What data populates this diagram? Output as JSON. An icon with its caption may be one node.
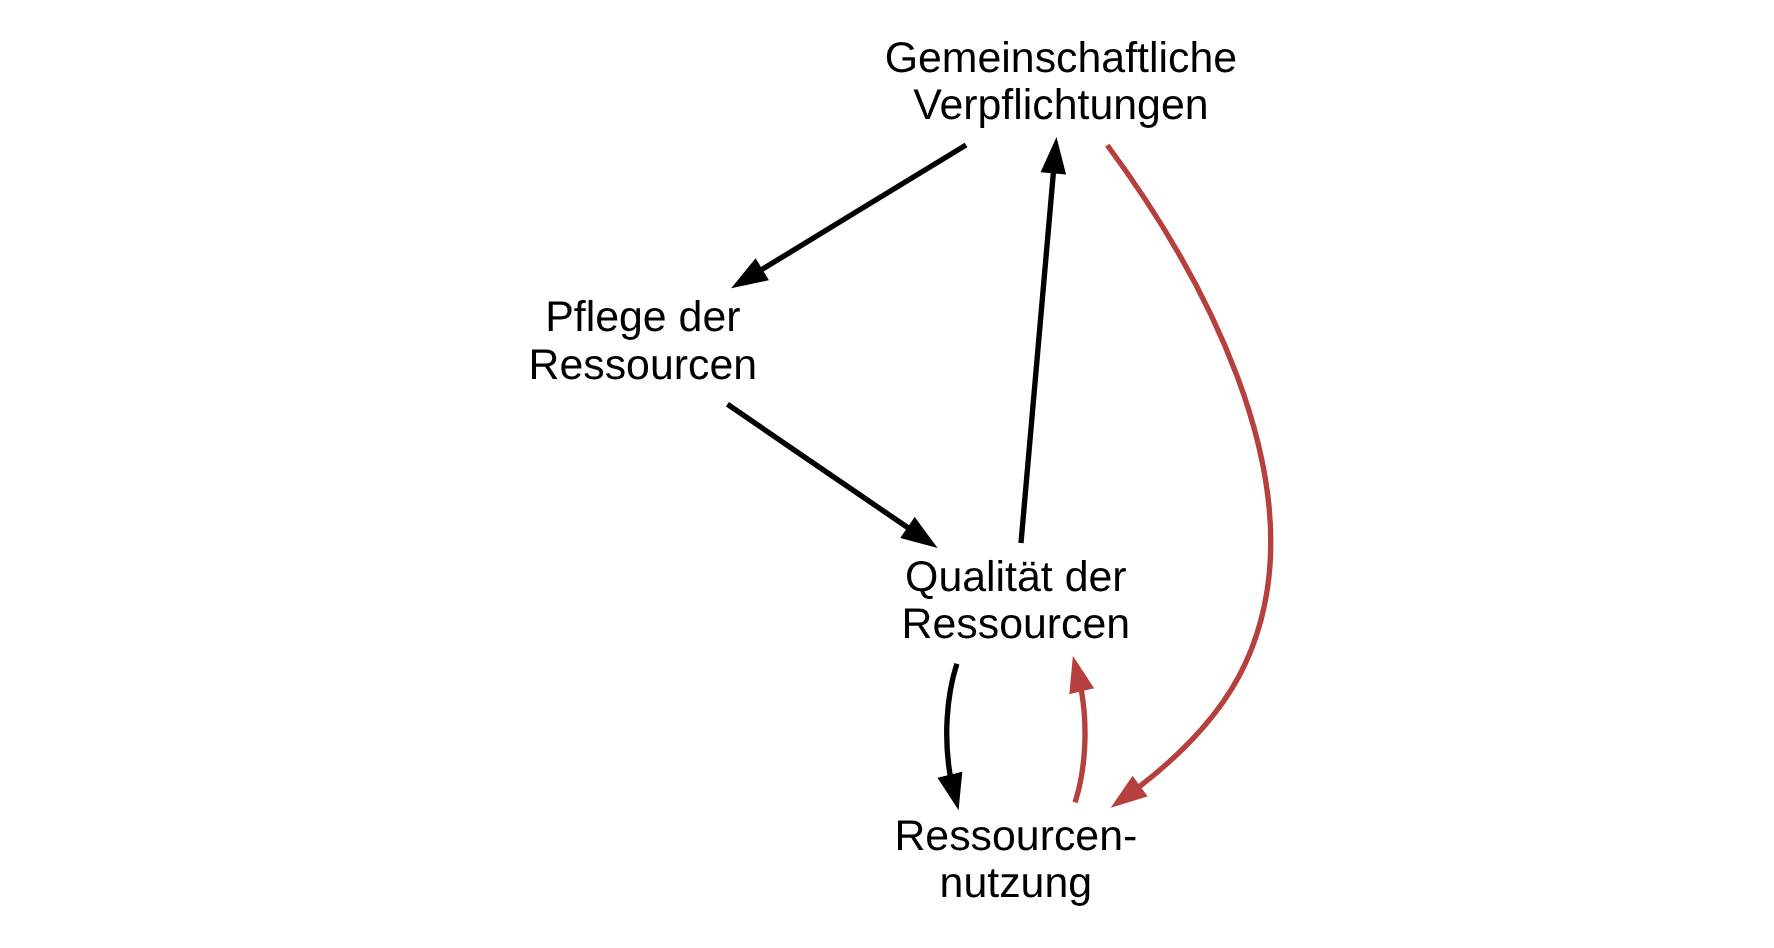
{
  "diagram": {
    "nodes": [
      {
        "text": [
          "Gemeinschaftliche Verpflichtungen"
        ]
      },
      {
        "text": [
          "Pflege der Ressourcen"
        ]
      },
      {
        "text": [
          "Ressourcen- nutzung"
        ]
      },
      {
        "text": [
          "Qualität der Ressourcen"
        ]
      }
    ],
    "edges": [
      {
        "from": 0,
        "to": 2,
        "arrow": "to",
        "color": "#b5403e"
      },
      {
        "from": 0,
        "to": 1,
        "arrow": "to"
      },
      {
        "from": 1,
        "to": 3,
        "arrow": "to"
      },
      {
        "from": 3,
        "to": 0,
        "arrow": "to"
      },
      {
        "from": 3,
        "to": 2,
        "arrow": "to"
      },
      {
        "from": 2,
        "to": 3,
        "arrow": "to",
        "color": "#b5403e"
      }
    ]
  }
}
